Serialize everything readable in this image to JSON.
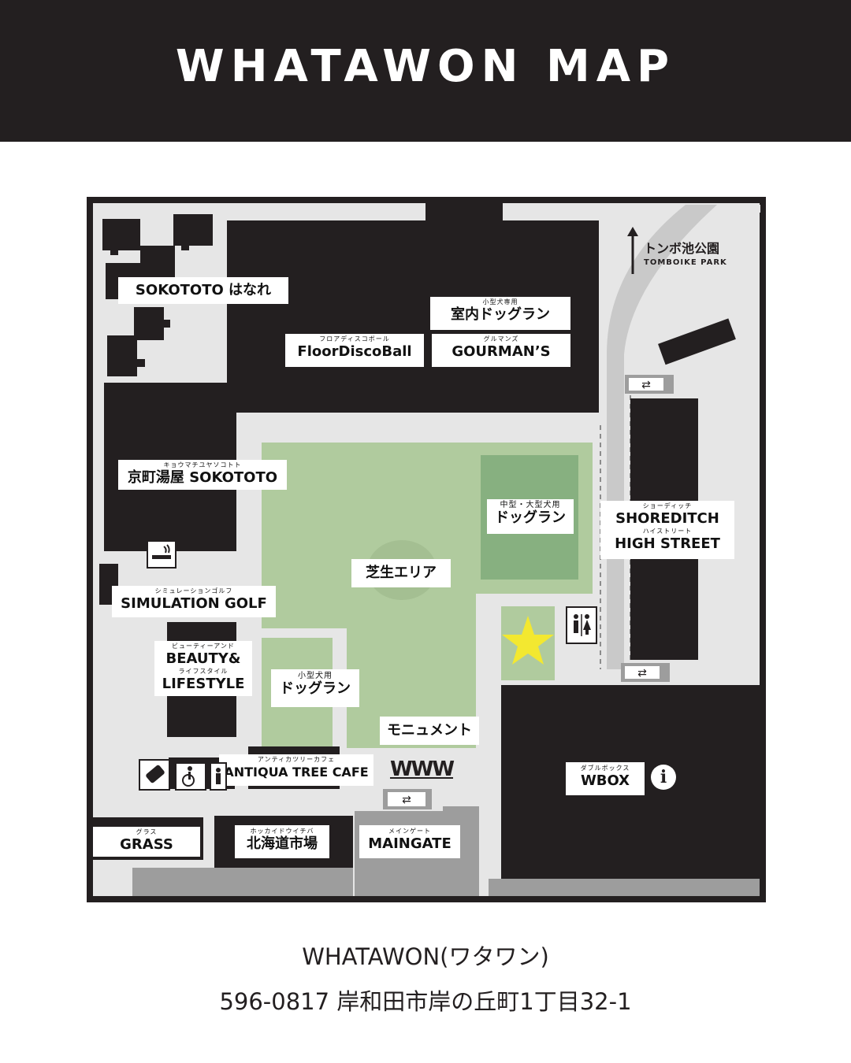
{
  "header": {
    "title": "WHATAWON MAP"
  },
  "colors": {
    "dark": "#231f20",
    "lawn": "#b0cb9e",
    "lawn_dark": "#87b080",
    "star": "#f3e830",
    "paving": "#e6e6e6",
    "gray": "#9d9d9d"
  },
  "map": {
    "park": {
      "label": "トンボ池公園",
      "sublabel": "TOMBOIKE PARK"
    },
    "labels": {
      "sokototo_hanare": "SOKOTOTO はなれ",
      "indoor_dogrun_ruby": "小型犬専用",
      "indoor_dogrun": "室内ドッグラン",
      "floordisco_ruby": "フロアディスコボール",
      "floordisco": "FloorDiscoBall",
      "gourmans_ruby": "グルマンズ",
      "gourmans": "GOURMAN’S",
      "kyomachi_ruby": "キョウマチユヤソコトト",
      "kyomachi": "京町湯屋 SOKOTOTO",
      "large_dogrun_ruby": "中型・大型犬用",
      "large_dogrun": "ドッグラン",
      "shoreditch_ruby": "ショーディッチ",
      "shoreditch": "SHOREDITCH",
      "highstreet_ruby": "ハイストリート",
      "highstreet": "HIGH STREET",
      "lawn_area": "芝生エリア",
      "simulation_ruby": "シミュレーションゴルフ",
      "simulation": "SIMULATION GOLF",
      "beauty_ruby": "ビューティーアンド",
      "beauty": "BEAUTY&",
      "lifestyle_ruby": "ライフスタイル",
      "lifestyle": "LIFESTYLE",
      "small_dogrun_ruby": "小型犬用",
      "small_dogrun": "ドッグラン",
      "monument": "モニュメント",
      "antiqua_ruby": "アンティカツリーカフェ",
      "antiqua": "ANTIQUA TREE CAFE",
      "www": "WWW",
      "wbox_ruby": "ダブルボックス",
      "wbox": "WBOX",
      "grass_ruby": "グラス",
      "grass": "GRASS",
      "hokkaido_ruby": "ホッカイドウイチバ",
      "hokkaido": "北海道市場",
      "maingate_ruby": "メインゲート",
      "maingate": "MAINGATE"
    },
    "icons": {
      "info": "i",
      "smoking": "smoking-area-icon",
      "toilet": "toilet-icon",
      "wheelchair": "wheelchair-icon",
      "vending": "vending-icon",
      "star": "star-icon"
    }
  },
  "footer": {
    "name": "WHATAWON(ワタワン)",
    "address": "596-0817 岸和田市岸の丘町1丁目32-1"
  }
}
